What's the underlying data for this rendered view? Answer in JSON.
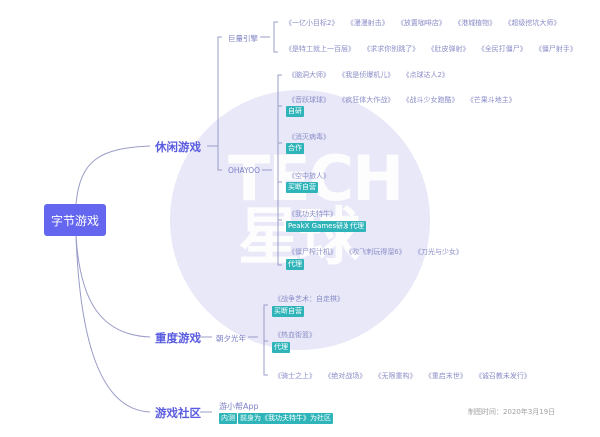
{
  "root": {
    "label": "字节游戏"
  },
  "branches": {
    "casual": {
      "label": "休闲游戏",
      "engine": {
        "label": "巨量引擎",
        "row1": [
          "《一亿小目标2》",
          "《漫漫射击》",
          "《放置咖啡店》",
          "《港城植物》",
          "《超级挖坑大师》"
        ],
        "row2": [
          "《是特工就上一百层》",
          "《求求你别跳了》",
          "《肚皮弹射》",
          "《全民打僵尸》",
          "《僵尸射手》"
        ]
      },
      "ohayoo": {
        "label": "OHAYOO",
        "groups": [
          {
            "games": [
              "《脑洞大师》",
              "《我是侦爆机儿》",
              "《点球达人2》"
            ],
            "tag": null
          },
          {
            "games": [
              "《音跃球球》",
              "《疯狂体大作战》",
              "《战斗少女跑酷》",
              "《芒果斗地主》"
            ],
            "tag": "自研"
          },
          {
            "games": [
              "《消灭病毒》"
            ],
            "tag": "合作"
          },
          {
            "games": [
              "《空中旅人》"
            ],
            "tag": "买断自营"
          },
          {
            "games": [
              "《我功夫特牛》"
            ],
            "tags": [
              "PeakX Games研发",
              "代理"
            ]
          },
          {
            "games": [
              "《僵尸榨汁机》",
              "《吹飞刺玩得溜6》",
              "《刀光与少女》"
            ],
            "tag": "代理"
          }
        ]
      }
    },
    "heavy": {
      "label": "重度游戏",
      "studio": {
        "label": "朝夕光年",
        "groups": [
          {
            "games": [
              "《战争艺术：自走棋》"
            ],
            "tag": "买断自营"
          },
          {
            "games": [
              "《热血街篮》"
            ],
            "tag": "代理"
          },
          {
            "games": [
              "《骑士之上》",
              "《绝对战场》",
              "《无限重构》",
              "《重启末世》",
              "《诚召教未发行》"
            ],
            "tag": null
          }
        ]
      }
    },
    "community": {
      "label": "游戏社区",
      "app": {
        "label": "游小帮App",
        "tags": [
          "内测",
          "前身为《我功夫特牛》为社区"
        ]
      }
    }
  },
  "watermark": {
    "line1": "TECH",
    "line2": "星球"
  },
  "footer": {
    "text": "制图时间：2020年3月19日"
  },
  "colors": {
    "root_bg": "#6466f0",
    "primary_text": "#5a5ce0",
    "secondary_text": "#7b7fc4",
    "tag_bg": "#2fb5b9",
    "watermark_circle": "#e8e8f8",
    "line": "#9a9cc8"
  }
}
